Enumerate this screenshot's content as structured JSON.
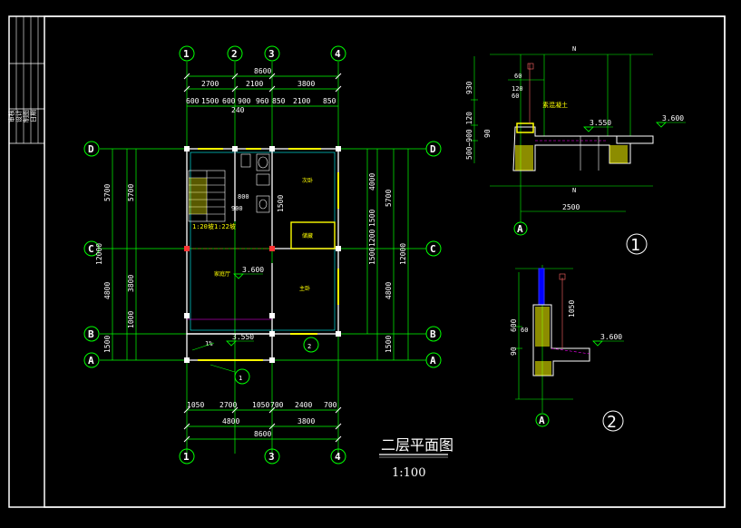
{
  "drawing": {
    "title": "二层平面图",
    "scale": "1:100",
    "title_block": [
      "审核",
      "设计",
      "制图",
      "日期"
    ]
  },
  "plan": {
    "axes_h": [
      "1",
      "2",
      "3",
      "4"
    ],
    "axes_v": [
      "D",
      "C",
      "B",
      "A"
    ],
    "top_total": "8600",
    "top_row1": [
      "2700",
      "2100",
      "3800"
    ],
    "top_row2": [
      "600",
      "1500",
      "600",
      "900",
      "960",
      "850",
      "2100",
      "850"
    ],
    "top_note": "240",
    "bottom_row1": [
      "1050",
      "2700",
      "1050",
      "700",
      "2400",
      "700"
    ],
    "bottom_row2": [
      "4800",
      "3800"
    ],
    "bottom_total": "8600",
    "left_row1": [
      "5700",
      "4800",
      "1500"
    ],
    "left_total": "12000",
    "left_inner": [
      "5700",
      "3800",
      "1000"
    ],
    "right_inner": [
      "4000",
      "1500",
      "1200",
      "1500"
    ],
    "right_row1": [
      "5700",
      "4800",
      "1500"
    ],
    "right_total": "12000",
    "rooms": {
      "bedroom_ne": "次卧",
      "storage": "储藏",
      "family": "家庭厅",
      "master": "主卧"
    },
    "stair_notes": [
      "1:20坡",
      "1:22坡"
    ],
    "small_dims": [
      "800",
      "900",
      "1500"
    ],
    "elevations": [
      "3.600",
      "3.550"
    ],
    "slope": "1%",
    "callouts": [
      "1",
      "2"
    ]
  },
  "detail1": {
    "axis": "A",
    "top_dims": [
      "60",
      "120",
      "60"
    ],
    "vert_dims": [
      "930",
      "500~900 120",
      "90"
    ],
    "label": "素混凝土",
    "elevations": [
      "3.550",
      "3.600"
    ],
    "bottom_dim": "2500",
    "number": "1",
    "n_marks": [
      "N",
      "N"
    ]
  },
  "detail2": {
    "axis": "A",
    "dims": [
      "600",
      "90",
      "60",
      "1050"
    ],
    "elevation": "3.600",
    "number": "2"
  }
}
